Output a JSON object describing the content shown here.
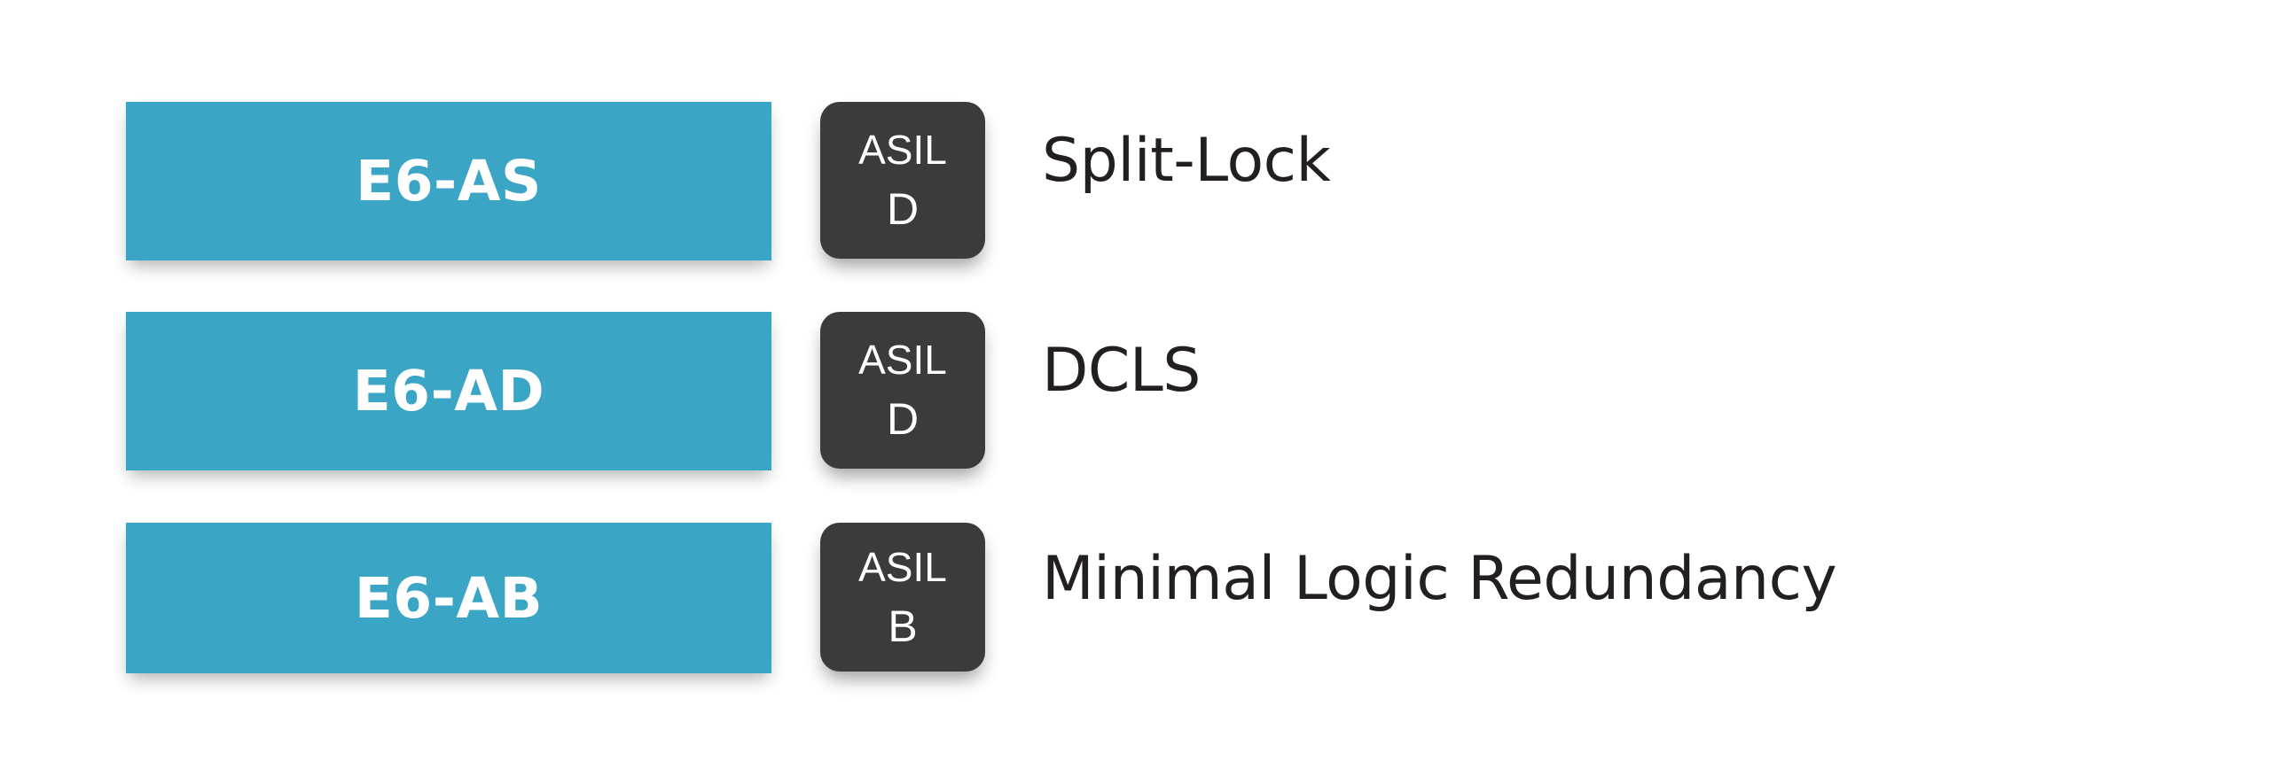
{
  "background_color": "#FFFFFF",
  "colors": {
    "product_bar": "#3AA5C4",
    "product_label": "#FFFFFF",
    "asil_badge": "#3B3B3B",
    "asil_text": "#FFFFFF",
    "feature_text": "#231F20"
  },
  "rows": [
    {
      "product": "E6-AS",
      "asil_word": "ASIL",
      "asil_level": "D",
      "feature": "Split-Lock"
    },
    {
      "product": "E6-AD",
      "asil_word": "ASIL",
      "asil_level": "D",
      "feature": "DCLS"
    },
    {
      "product": "E6-AB",
      "asil_word": "ASIL",
      "asil_level": "B",
      "feature": "Minimal Logic Redundancy"
    }
  ]
}
